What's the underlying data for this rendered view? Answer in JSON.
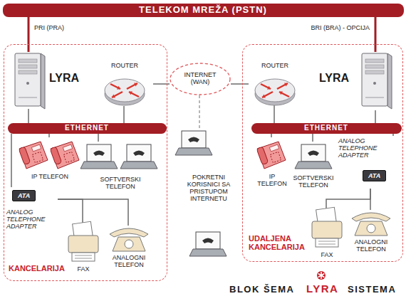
{
  "diagram": {
    "nodes": [
      {
        "text": [
          "TELEKOM MREŽA (PSTN)"
        ]
      },
      {
        "text": [
          "KANCELARIJA"
        ]
      },
      {
        "text": [
          "LYRA"
        ],
        "in": 1
      },
      {
        "text": [
          "ROUTER"
        ],
        "in": 1
      },
      {
        "text": [
          "ETHERNET"
        ],
        "in": 1
      },
      {
        "text": [
          "IP TELEFON"
        ],
        "in": 1
      },
      {
        "text": [
          "SOFTVERSKI TELEFON"
        ],
        "in": 1
      },
      {
        "text": [
          "ATA",
          "ANALOG TELEPHONE ADAPTER"
        ],
        "in": 1
      },
      {
        "text": [
          "FAX"
        ],
        "in": 1
      },
      {
        "text": [
          "ANALOGNI TELEFON"
        ],
        "in": 1
      },
      {
        "text": [
          "INTERNET (WAN)"
        ]
      },
      {
        "text": [
          "POKRETNI KORISNICI SA PRISTUPOM INTERNETU"
        ]
      },
      {
        "text": [
          "UDALJENA KANCELARIJA"
        ]
      },
      {
        "text": [
          "ROUTER"
        ],
        "in": 12
      },
      {
        "text": [
          "LYRA"
        ],
        "in": 12
      },
      {
        "text": [
          "ETHERNET"
        ],
        "in": 12
      },
      {
        "text": [
          "IP TELEFON"
        ],
        "in": 12
      },
      {
        "text": [
          "SOFTVERSKI TELEFON"
        ],
        "in": 12
      },
      {
        "text": [
          "ANALOG TELEPHONE ADAPTER",
          "ATA"
        ],
        "in": 12
      },
      {
        "text": [
          "FAX"
        ],
        "in": 12
      },
      {
        "text": [
          "ANALOGNI TELEFON"
        ],
        "in": 12
      }
    ],
    "edges": [
      {
        "from": 0,
        "to": 2,
        "arrow": "none",
        "label": "PRI (PRA)"
      },
      {
        "from": 0,
        "to": 14,
        "arrow": "none",
        "label": "BRI (BRA) - OPCIJA"
      },
      {
        "from": 2,
        "to": 4,
        "arrow": "none"
      },
      {
        "from": 3,
        "to": 4,
        "arrow": "none"
      },
      {
        "from": 4,
        "to": 5,
        "arrow": "none"
      },
      {
        "from": 4,
        "to": 6,
        "arrow": "none"
      },
      {
        "from": 4,
        "to": 7,
        "arrow": "none"
      },
      {
        "from": 7,
        "to": 8,
        "arrow": "none"
      },
      {
        "from": 7,
        "to": 9,
        "arrow": "none"
      },
      {
        "from": 3,
        "to": 10,
        "arrow": "none"
      },
      {
        "from": 10,
        "to": 11,
        "arrow": "none"
      },
      {
        "from": 10,
        "to": 13,
        "arrow": "none"
      },
      {
        "from": 14,
        "to": 15,
        "arrow": "none"
      },
      {
        "from": 13,
        "to": 15,
        "arrow": "none"
      },
      {
        "from": 15,
        "to": 16,
        "arrow": "none"
      },
      {
        "from": 15,
        "to": 17,
        "arrow": "none"
      },
      {
        "from": 15,
        "to": 18,
        "arrow": "none"
      },
      {
        "from": 18,
        "to": 19,
        "arrow": "none"
      },
      {
        "from": 18,
        "to": 20,
        "arrow": "none"
      }
    ],
    "labels": [
      "BLOK ŠEMA",
      "LYRA",
      "SISTEMA"
    ]
  }
}
